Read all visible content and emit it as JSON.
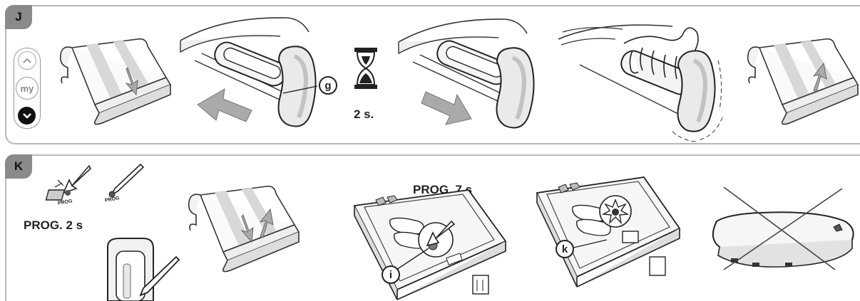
{
  "panel_j": {
    "label": "J",
    "remote": {
      "up_symbol": "^",
      "my_label": "my",
      "down_symbol": "v"
    },
    "callout_g": "g",
    "timer_label": "2 s."
  },
  "panel_k": {
    "label": "K",
    "prog_small_1": "PROG",
    "prog_small_2": "PROG",
    "prog_2s": "PROG. 2 s",
    "prog_7s": "PROG. 7 s",
    "callout_i": "i",
    "callout_k": "k"
  },
  "icons": [
    "up-arrow-icon",
    "my-button-icon",
    "down-arrow-icon",
    "hourglass-icon",
    "hand-icon",
    "pen-icon",
    "press-arrow-icon",
    "led-icon",
    "cross-icon"
  ]
}
